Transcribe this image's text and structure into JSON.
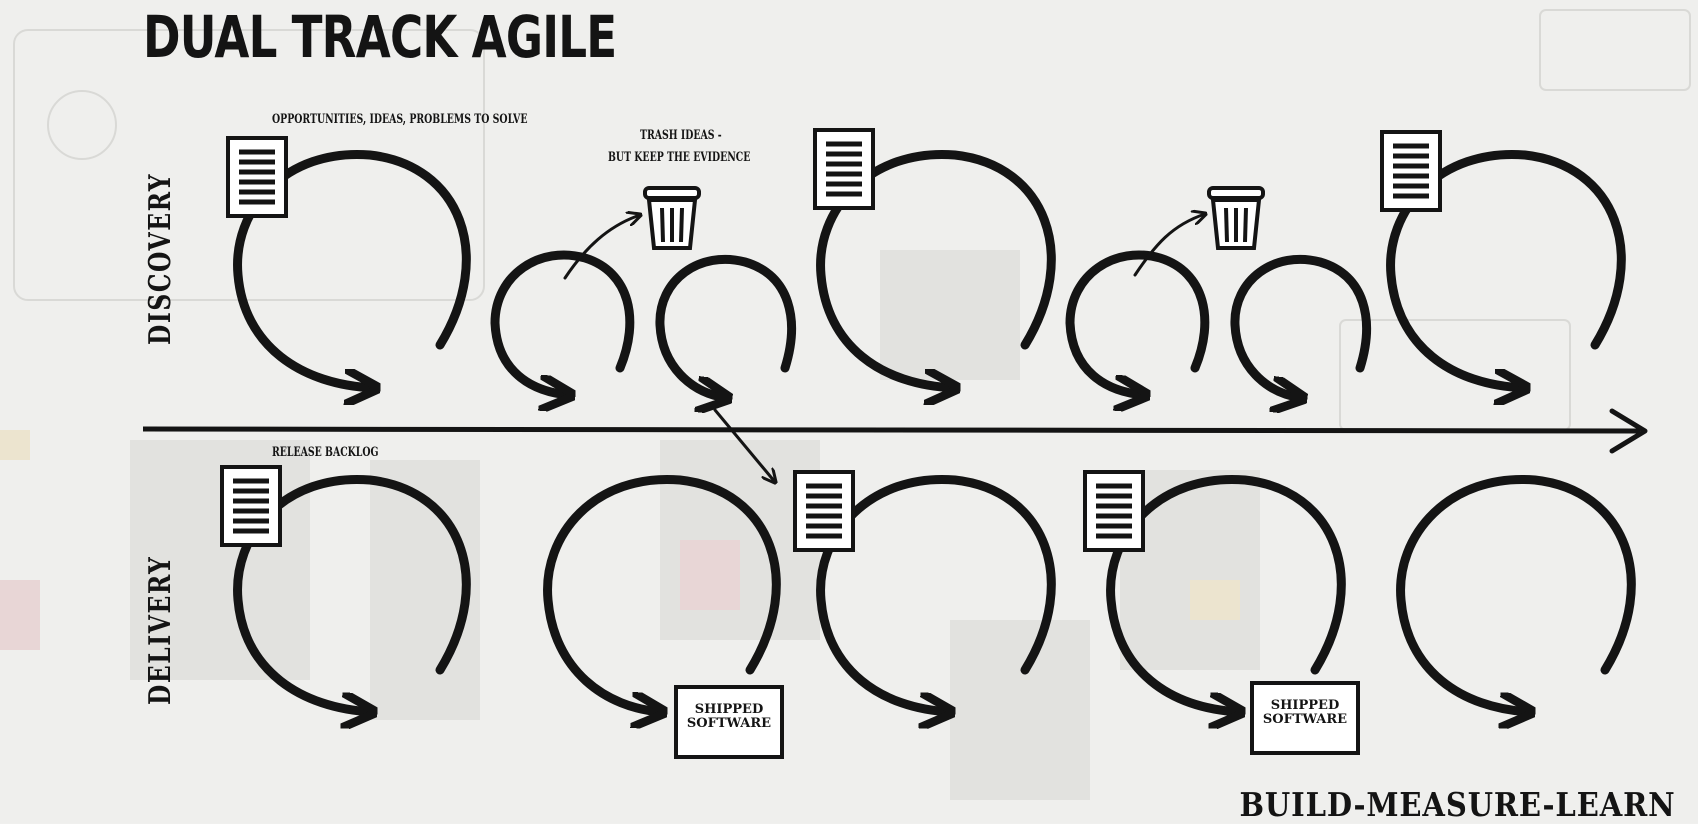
{
  "title": "DUAL TRACK AGILE",
  "tracks": {
    "discovery": "DISCOVERY",
    "delivery": "DELIVERY"
  },
  "annotations": {
    "opportunities": "OPPORTUNITIES, IDEAS, PROBLEMS TO SOLVE",
    "trash_line1": "TRASH IDEAS -",
    "trash_line2": "BUT KEEP THE EVIDENCE",
    "release_backlog": "RELEASE BACKLOG"
  },
  "outputs": [
    {
      "line1": "SHIPPED",
      "line2": "SOFTWARE"
    },
    {
      "line1": "SHIPPED",
      "line2": "SOFTWARE"
    }
  ],
  "tagline": "BUILD-MEASURE-LEARN",
  "icons": [
    "document-icon",
    "trash-icon",
    "loop-arrow-icon",
    "timeline-arrow"
  ]
}
